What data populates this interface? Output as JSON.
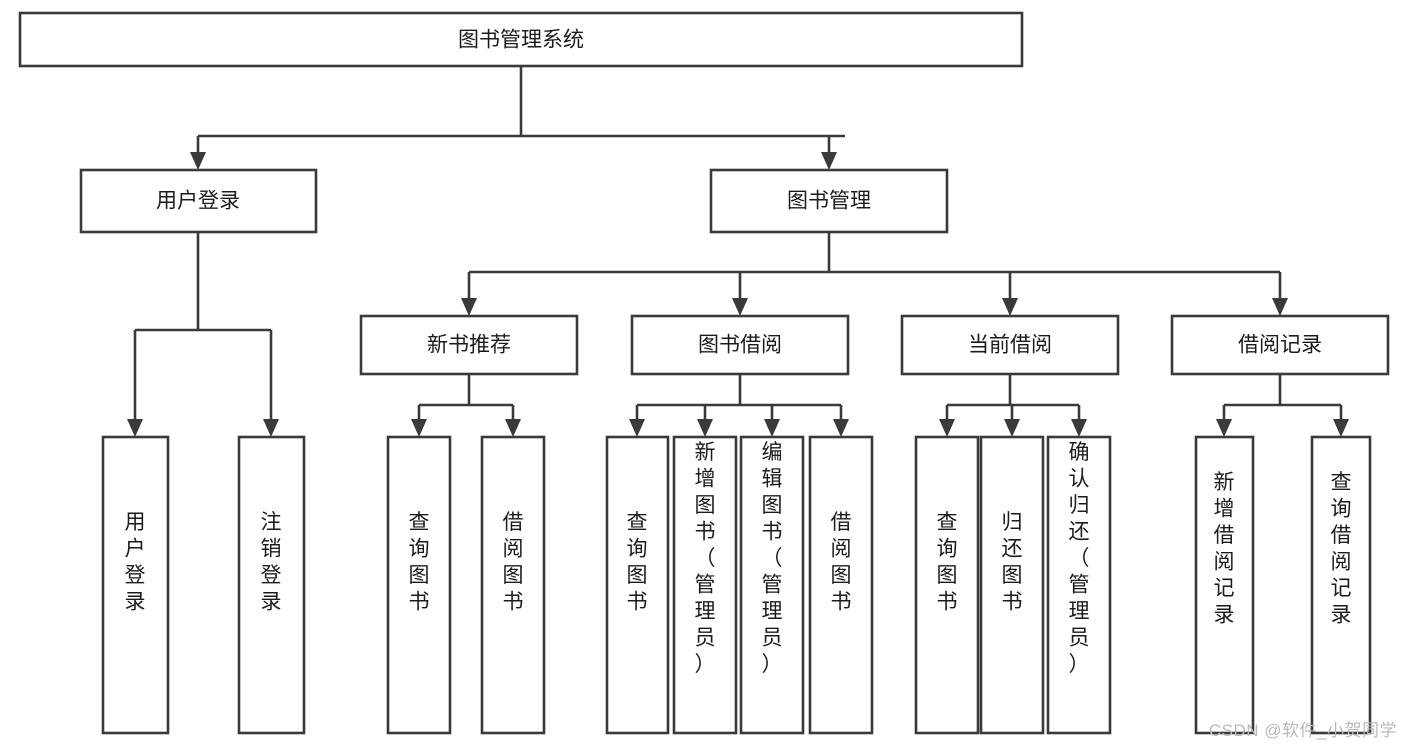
{
  "diagram": {
    "title_node": {
      "label": "图书管理系统"
    },
    "level2": [
      {
        "id": "user-login",
        "label": "用户登录"
      },
      {
        "id": "book-manage",
        "label": "图书管理"
      }
    ],
    "level3": [
      {
        "id": "new-book-recommend",
        "label": "新书推荐"
      },
      {
        "id": "book-borrow",
        "label": "图书借阅"
      },
      {
        "id": "current-borrow",
        "label": "当前借阅"
      },
      {
        "id": "borrow-record",
        "label": "借阅记录"
      }
    ],
    "leaves": {
      "user_login": [
        {
          "id": "leaf-user-login",
          "label": "用户登录"
        },
        {
          "id": "leaf-logout-login",
          "label": "注销登录"
        }
      ],
      "new_book_recommend": [
        {
          "id": "leaf-query-book-1",
          "label": "查询图书"
        },
        {
          "id": "leaf-borrow-book-1",
          "label": "借阅图书"
        }
      ],
      "book_borrow": [
        {
          "id": "leaf-query-book-2",
          "label": "查询图书"
        },
        {
          "id": "leaf-add-book",
          "label": "新增图书（管理员）"
        },
        {
          "id": "leaf-edit-book",
          "label": "编辑图书（管理员）"
        },
        {
          "id": "leaf-borrow-book-2",
          "label": "借阅图书"
        }
      ],
      "current_borrow": [
        {
          "id": "leaf-query-book-3",
          "label": "查询图书"
        },
        {
          "id": "leaf-return-book",
          "label": "归还图书"
        },
        {
          "id": "leaf-confirm-return",
          "label": "确认归还（管理员）"
        }
      ],
      "borrow_record": [
        {
          "id": "leaf-add-record",
          "label": "新增借阅记录"
        },
        {
          "id": "leaf-query-record",
          "label": "查询借阅记录"
        }
      ]
    }
  },
  "watermark": {
    "text": "CSDN @软件_小贺同学"
  },
  "colors": {
    "box_stroke": "#3a3a3a",
    "box_fill": "#ffffff",
    "text": "#1b1b1b",
    "watermark": "#b9b9b9",
    "background": "#ffffff"
  }
}
